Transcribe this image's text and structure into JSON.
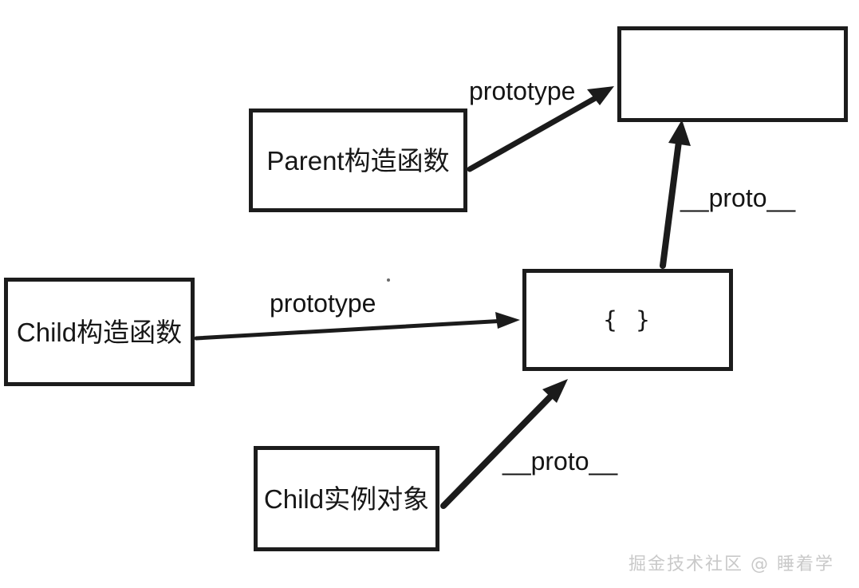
{
  "diagram": {
    "title": "JavaScript prototype chain diagram",
    "background_color": "#ffffff",
    "stroke_color": "#1b1b1b",
    "nodes": [
      {
        "id": "parent",
        "label": "Parent构造函数"
      },
      {
        "id": "parent_prototype",
        "label": ""
      },
      {
        "id": "child",
        "label": "Child构造函数"
      },
      {
        "id": "child_prototype",
        "label": "{  }"
      },
      {
        "id": "child_instance",
        "label": "Child实例对象"
      }
    ],
    "edges": [
      {
        "id": "parent_to_parent_prototype",
        "label": "prototype",
        "from": "parent",
        "to": "parent_prototype"
      },
      {
        "id": "child_to_child_prototype",
        "label": "prototype",
        "from": "child",
        "to": "child_prototype"
      },
      {
        "id": "child_proto_to_parent_proto",
        "label": "__proto__",
        "from": "child_prototype",
        "to": "parent_prototype"
      },
      {
        "id": "instance_to_child_prototype",
        "label": "__proto__",
        "from": "child_instance",
        "to": "child_prototype"
      }
    ]
  },
  "watermark": {
    "text": "掘金技术社区 @ 睡着学",
    "color": "#c9c9c9"
  }
}
